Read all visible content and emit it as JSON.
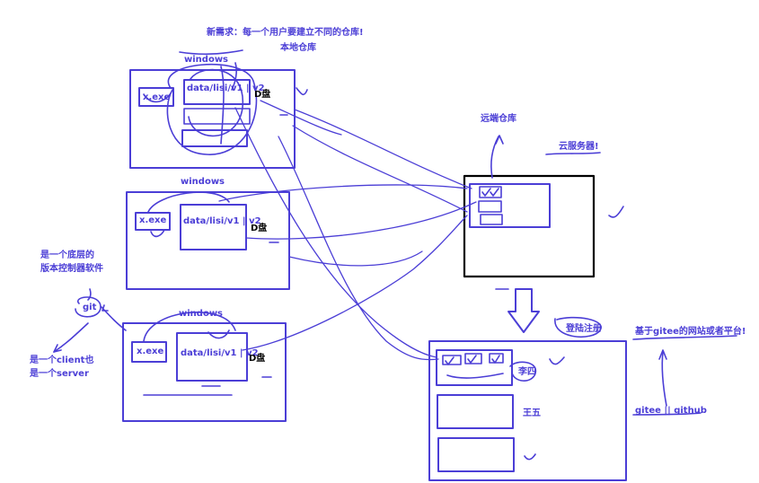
{
  "top_note": {
    "requirement": "新需求：每一个用户要建立不同的仓库!",
    "local_repo": "本地仓库"
  },
  "machines": [
    {
      "os_label": "windows",
      "exe": "x.exe",
      "repo_path": "data/lisi/v1 | v2",
      "drive": "D盘"
    },
    {
      "os_label": "windows",
      "exe": "x.exe",
      "repo_path": "data/lisi/v1 | v2",
      "drive": "D盘"
    },
    {
      "os_label": "windows",
      "exe": "x.exe",
      "repo_path": "data/lisi/v1 | v2",
      "drive": "D盘"
    }
  ],
  "remote": {
    "label": "远端仓库",
    "cloud_label": "云服务器!"
  },
  "git_note": {
    "name": "git",
    "desc_line1": "是一个底层的",
    "desc_line2": "版本控制器软件",
    "role_line1": "是一个client也",
    "role_line2": "是一个server"
  },
  "platform": {
    "login": "登陆注册",
    "user1": "李四",
    "user2": "王五",
    "based_on": "基于gitee的网站或者平台!",
    "examples": "gitee || github"
  },
  "colors": {
    "pen": "#4b3ed6",
    "server_frame": "#000000",
    "background": "#ffffff"
  }
}
